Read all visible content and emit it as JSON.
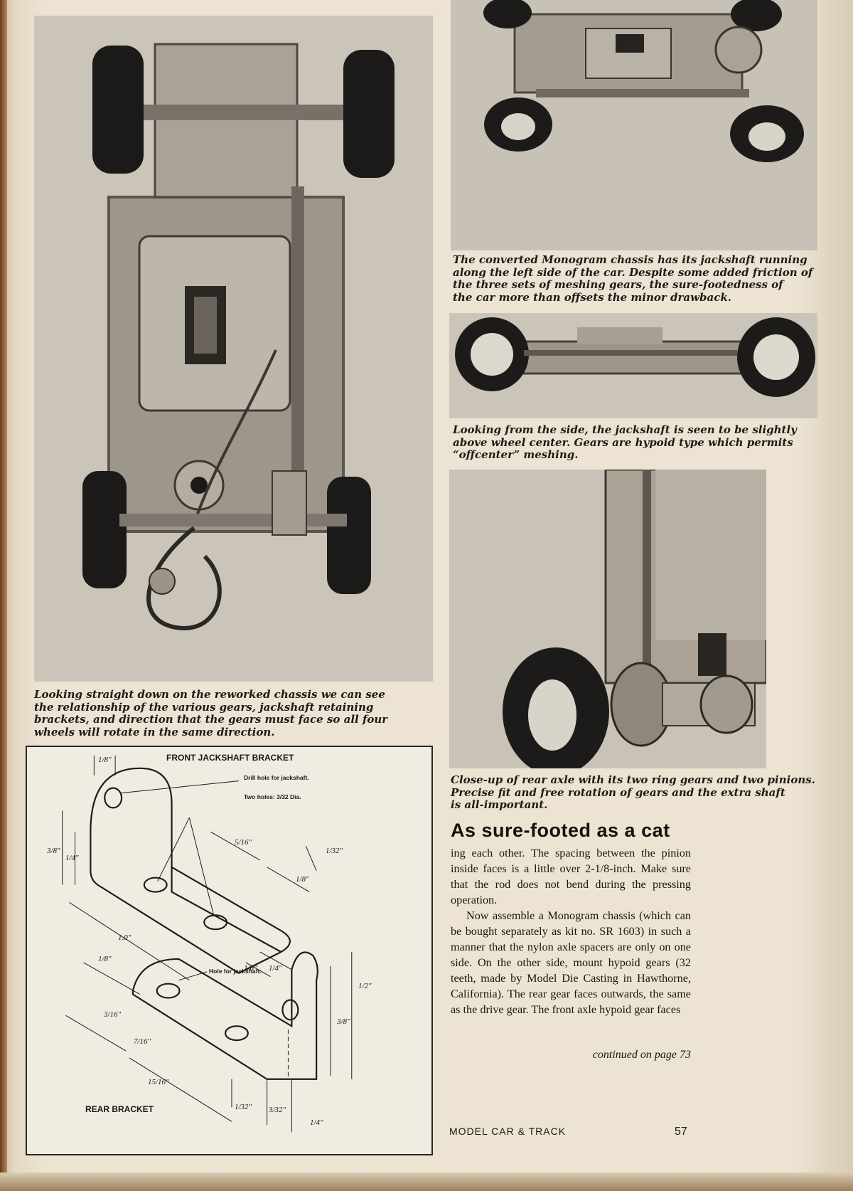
{
  "captions": {
    "photo_top_right": "The converted Monogram chassis has its jackshaft running\nalong the left side of the car. Despite some added friction of\nthe three sets of meshing gears, the sure-footedness of\nthe car more than offsets the minor drawback.",
    "photo_side": "Looking from the side, the jackshaft is seen to be slightly\nabove wheel center. Gears are hypoid type which permits\n“offcenter” meshing.",
    "photo_closeup": "Close-up of rear axle with its two ring gears and two pinions.\nPrecise fit and free rotation of gears and the extra shaft\nis all-important.",
    "photo_main": "Looking straight down on the reworked chassis we can see\nthe relationship of the various gears, jackshaft retaining\nbrackets, and direction that the gears must face so all four\nwheels will rotate in the same direction."
  },
  "diagram": {
    "front_title": "FRONT JACKSHAFT BRACKET",
    "drill_note": "Drill hole for jackshaft.",
    "holes_note": "Two holes: 3/32 Dia.",
    "hole_note": "Hole for jackshaft.",
    "rear_title": "REAR BRACKET",
    "dims": {
      "d1": "1/8\"",
      "d2": "3/8\"",
      "d3": "1/4\"",
      "d4": "5/16\"",
      "d5": "1/32\"",
      "d6": "1/8\"",
      "d7": "1.0\"",
      "d8": "1/8\"",
      "d9": "1/4\"",
      "r1": "1/8\"",
      "r2": "1/2\"",
      "r3": "3/16\"",
      "r4": "3/8\"",
      "r5": "7/16\"",
      "r6": "15/16\"",
      "r7": "1/32\"",
      "r8": "3/32\"",
      "r9": "1/4\""
    }
  },
  "article": {
    "headline": "As sure-footed as a cat",
    "paragraphs": [
      "ing each other. The spacing between the pinion inside faces is a little over 2-1/8-inch. Make sure that the rod does not bend during the pressing operation.",
      "Now assemble a Monogram chassis (which can be bought separately as kit no. SR 1603) in such a manner that the nylon axle spacers are only on one side. On the other side, mount hypoid gears (32 teeth, made by Model Die Casting in Hawthorne, California). The rear gear faces outwards, the same as the drive gear. The front axle hypoid gear faces"
    ],
    "continued": "continued on page 73"
  },
  "footer": {
    "magazine": "MODEL CAR & TRACK",
    "page_number": "57"
  }
}
